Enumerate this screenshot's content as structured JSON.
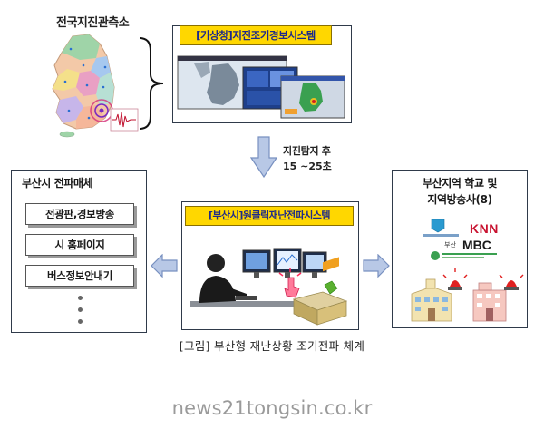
{
  "map": {
    "title": "전국지진관측소"
  },
  "kma_system": {
    "title": "[기상청]지진조기경보시스템"
  },
  "timing": {
    "line1": "지진탐지 후",
    "line2": "15 ~25초"
  },
  "busan_media": {
    "title": "부산시 전파매체",
    "items": [
      "전광판,경보방송",
      "시 홈페이지",
      "버스정보안내기"
    ]
  },
  "busan_system": {
    "title": "[부산시]원클릭재난전파시스템"
  },
  "schools": {
    "title_line1": "부산지역 학교 및",
    "title_line2": "지역방송사(8)",
    "knn_logo": "KNN",
    "mbc_logo": "MBC",
    "mbc_city": "부산"
  },
  "caption": "[그림] 부산형 재난상황 조기전파 체계",
  "footer": "news21tongsin.co.kr",
  "colors": {
    "title_bg": "#ffd700",
    "title_text": "#1e2a8a",
    "arrow_fill": "#b8c8e6",
    "arrow_stroke": "#7890c0",
    "knn_red": "#c8102e"
  },
  "icons": [
    "korea-map-icon",
    "seismic-wave-icon",
    "monitor-icon",
    "operator-icon",
    "server-icon",
    "school-building-icon",
    "siren-icon"
  ]
}
